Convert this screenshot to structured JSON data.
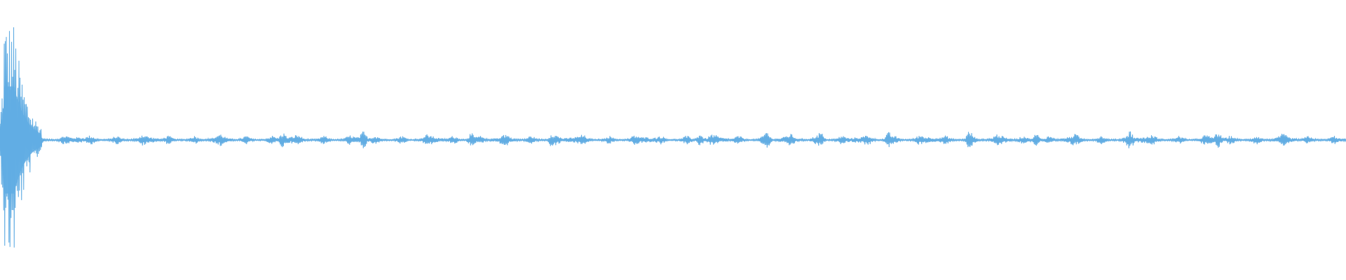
{
  "waveform": {
    "color": "#62ade3",
    "background": "#ffffff",
    "burst_locations": [
      0.21,
      0.27,
      0.35,
      0.41,
      0.52,
      0.57,
      0.61,
      0.66,
      0.72,
      0.77,
      0.84,
      0.905
    ]
  }
}
